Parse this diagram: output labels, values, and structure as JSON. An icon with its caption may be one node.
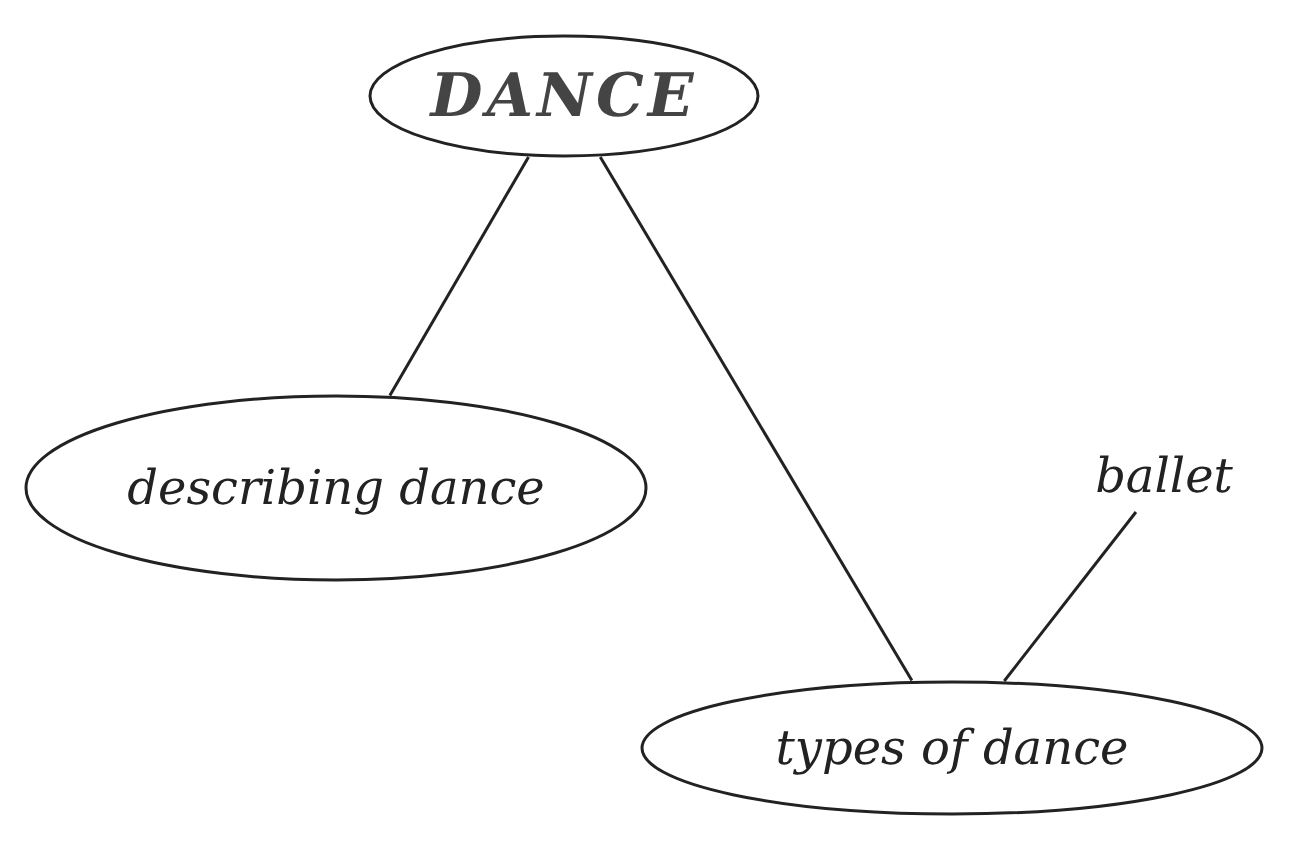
{
  "diagram": {
    "nodes": [
      {
        "text": [
          "DANCE"
        ]
      },
      {
        "text": [
          "describing dance"
        ]
      },
      {
        "text": [
          "ballet"
        ]
      },
      {
        "text": [
          "types of dance"
        ]
      }
    ],
    "edges": [
      {
        "from": 0,
        "to": 1,
        "arrow": "none"
      },
      {
        "from": 0,
        "to": 3,
        "arrow": "none"
      },
      {
        "from": 2,
        "to": 3,
        "arrow": "none"
      }
    ]
  }
}
